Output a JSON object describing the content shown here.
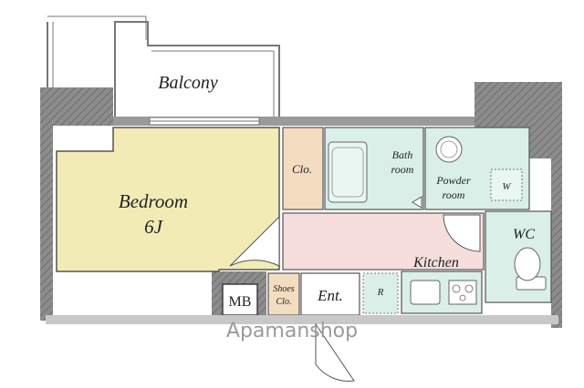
{
  "rooms": {
    "balcony": "Balcony",
    "bedroom": "Bedroom",
    "bedroom_size": "6J",
    "closet": "Clo.",
    "bathroom_line1": "Bath",
    "bathroom_line2": "room",
    "powder_line1": "Powder",
    "powder_line2": "room",
    "washer": "W",
    "wc": "WC",
    "kitchen": "Kitchen",
    "shoes_line1": "Shoes",
    "shoes_line2": "Clo.",
    "entrance": "Ent.",
    "refrigerator": "R",
    "meter_box": "MB"
  },
  "watermark": "Apamanshop",
  "colors": {
    "bedroom": "#f2ebb6",
    "closet": "#f3dcc0",
    "wet_area": "#d9efe8",
    "kitchen": "#f6dedd",
    "wall": "#8c8c8c",
    "floor_line": "#555555"
  }
}
